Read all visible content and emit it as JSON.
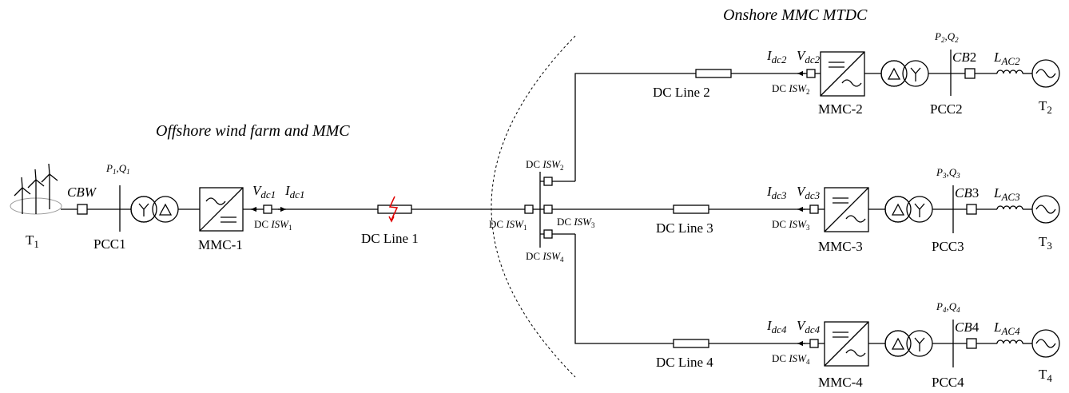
{
  "titles": {
    "offshore": "Offshore wind farm and MMC",
    "onshore": "Onshore MMC MTDC"
  },
  "terminal1": {
    "t_main": "T",
    "t_sub": "1",
    "cbw": "CBW",
    "pq": {
      "p": "P",
      "p_sub": "1",
      "sep": ",",
      "q": "Q",
      "q_sub": "1"
    },
    "pcc": "PCC1",
    "mmc": "MMC-1",
    "vdc": {
      "main": "V",
      "sub": "dc1"
    },
    "idc": {
      "main": "I",
      "sub": "dc1"
    },
    "isw": {
      "pre": "DC ",
      "main": "ISW",
      "sub": "1"
    }
  },
  "lines": {
    "line1": "DC Line 1",
    "line2": "DC Line 2",
    "line3": "DC Line 3",
    "line4": "DC Line 4"
  },
  "hub": {
    "isw1": {
      "pre": "DC ",
      "main": "ISW",
      "sub": "1"
    },
    "isw2": {
      "pre": "DC ",
      "main": "ISW",
      "sub": "2"
    },
    "isw3": {
      "pre": "DC ",
      "main": "ISW",
      "sub": "3"
    },
    "isw4": {
      "pre": "DC ",
      "main": "ISW",
      "sub": "4"
    }
  },
  "terminals": [
    {
      "idc": {
        "main": "I",
        "sub": "dc2"
      },
      "vdc": {
        "main": "V",
        "sub": "dc2"
      },
      "isw": {
        "pre": "DC ",
        "main": "ISW",
        "sub": "2"
      },
      "mmc": "MMC-2",
      "pcc": "PCC2",
      "pq": {
        "p": "P",
        "p_sub": "2",
        "sep": ",",
        "q": "Q",
        "q_sub": "2"
      },
      "cb": {
        "main": "CB",
        "num": "2"
      },
      "lac": {
        "main": "L",
        "sub": "AC2"
      },
      "t": {
        "main": "T",
        "sub": "2"
      }
    },
    {
      "idc": {
        "main": "I",
        "sub": "dc3"
      },
      "vdc": {
        "main": "V",
        "sub": "dc3"
      },
      "isw": {
        "pre": "DC ",
        "main": "ISW",
        "sub": "3"
      },
      "mmc": "MMC-3",
      "pcc": "PCC3",
      "pq": {
        "p": "P",
        "p_sub": "3",
        "sep": ",",
        "q": "Q",
        "q_sub": "3"
      },
      "cb": {
        "main": "CB",
        "num": "3"
      },
      "lac": {
        "main": "L",
        "sub": "AC3"
      },
      "t": {
        "main": "T",
        "sub": "3"
      }
    },
    {
      "idc": {
        "main": "I",
        "sub": "dc4"
      },
      "vdc": {
        "main": "V",
        "sub": "dc4"
      },
      "isw": {
        "pre": "DC ",
        "main": "ISW",
        "sub": "4"
      },
      "mmc": "MMC-4",
      "pcc": "PCC4",
      "pq": {
        "p": "P",
        "p_sub": "4",
        "sep": ",",
        "q": "Q",
        "q_sub": "4"
      },
      "cb": {
        "main": "CB",
        "num": "4"
      },
      "lac": {
        "main": "L",
        "sub": "AC4"
      },
      "t": {
        "main": "T",
        "sub": "4"
      }
    }
  ],
  "colors": {
    "fault": "#e00000",
    "wire": "#000000"
  }
}
